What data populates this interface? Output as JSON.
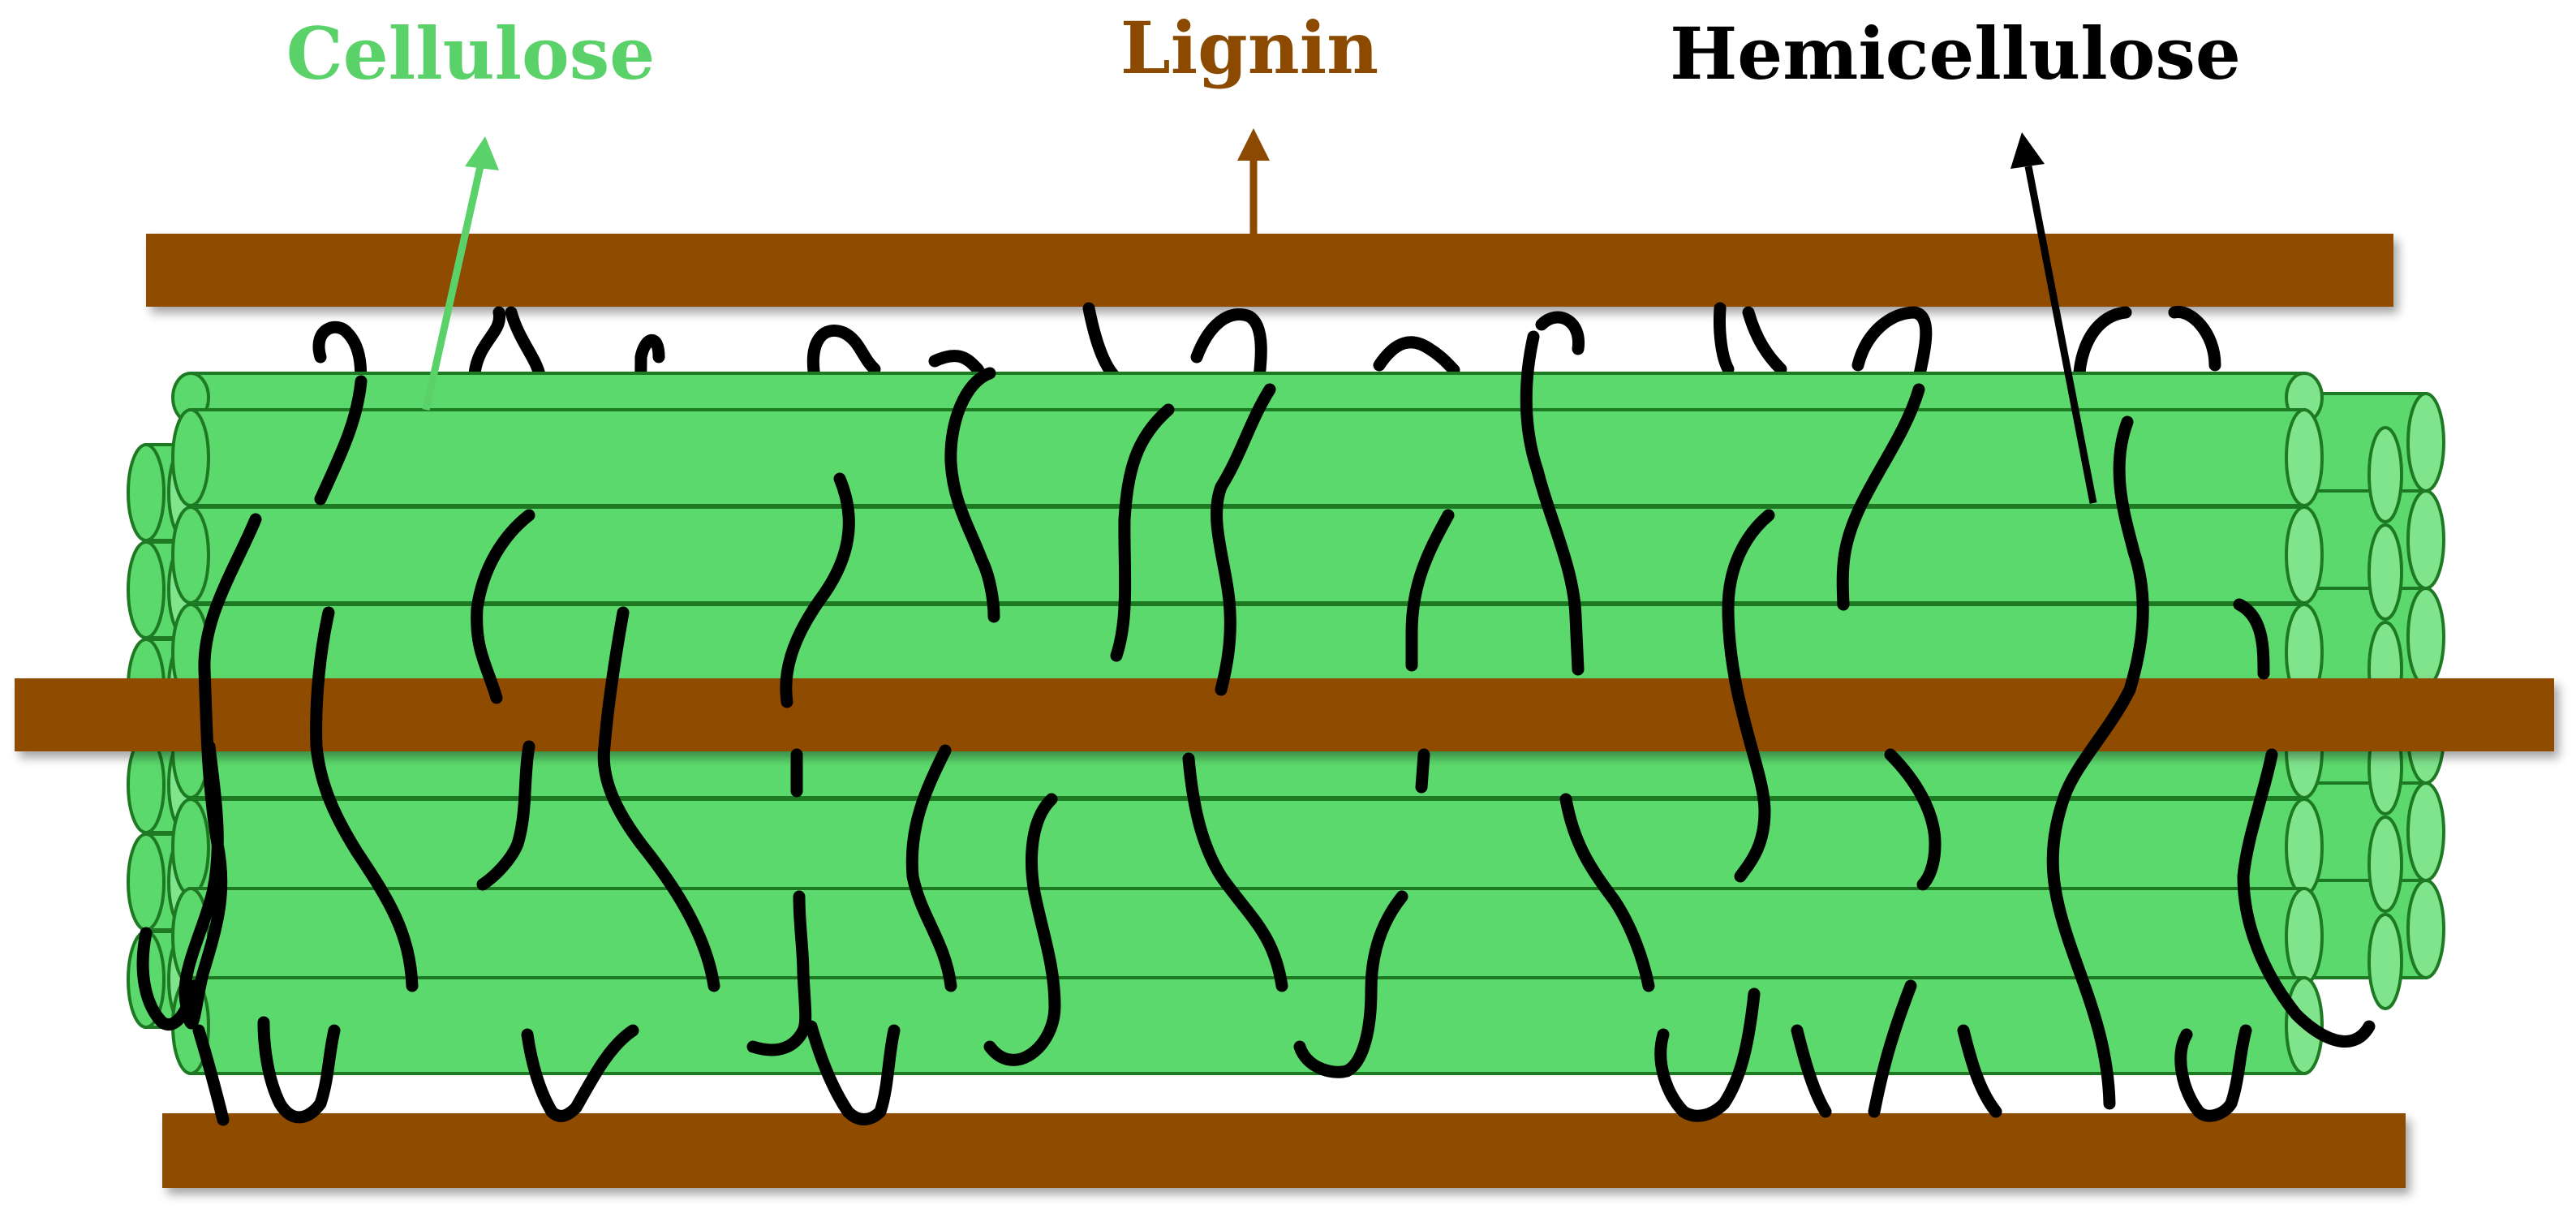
{
  "labels": {
    "cellulose": {
      "text": "Cellulose",
      "color": "#5bd16a"
    },
    "lignin": {
      "text": "Lignin",
      "color": "#8b4a00"
    },
    "hemicellulose": {
      "text": "Hemicellulose",
      "color": "#000000"
    }
  },
  "colors": {
    "lignin_bar": "#8f4b00",
    "cellulose_fill": "#5cd96c",
    "cellulose_cap": "#7fe48c",
    "cellulose_stroke": "#1e7a22",
    "hemicellulose_strand": "#000000",
    "cellulose_arrow": "#5bd16a",
    "lignin_arrow": "#8b4a00",
    "hemicellulose_arrow": "#000000"
  },
  "icons": {
    "cellulose": "cylinder-bundle",
    "lignin": "bar",
    "hemicellulose": "wavy-strand"
  }
}
